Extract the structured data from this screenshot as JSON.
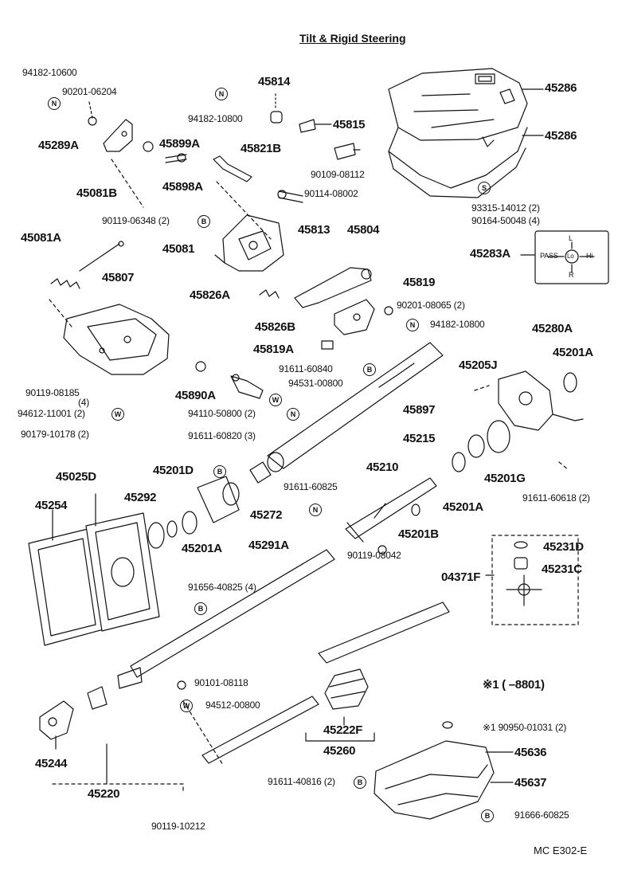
{
  "title": "Tilt &  Rigid Steering",
  "footer_code": "MC  E302-E",
  "marker_symbols": {
    "N": "N",
    "B": "B",
    "S": "S",
    "W": "W"
  },
  "switch_letters": {
    "pass": "PASS",
    "lo": "Lo",
    "hi": "Hi",
    "l": "L",
    "r": "R"
  },
  "note_range": "※1 (      –8801)",
  "note_part": "※1  90950-01031 (2)",
  "parts": {
    "p94182_10600": "94182-10600",
    "p90201_06204": "90201-06204",
    "p45289A": "45289A",
    "p45814": "45814",
    "p94182_10800a": "94182-10800",
    "p45815": "45815",
    "p45286a": "45286",
    "p45286b": "45286",
    "p45899A": "45899A",
    "p45821B": "45821B",
    "p90109_08112": "90109-08112",
    "p45898A": "45898A",
    "p45081B": "45081B",
    "p90114_08002": "90114-08002",
    "p93315_14012": "93315-14012 (2)",
    "p90164_50048": "90164-50048 (4)",
    "p90119_06348": "90119-06348 (2)",
    "p45081A": "45081A",
    "p45813": "45813",
    "p45804": "45804",
    "p45081": "45081",
    "p45283A": "45283A",
    "p45807": "45807",
    "p45819": "45819",
    "p45826A": "45826A",
    "p90201_08065": "90201-08065 (2)",
    "p45826B": "45826B",
    "p94182_10800b": "94182-10800",
    "p45280A": "45280A",
    "p45819A": "45819A",
    "p45201A_a": "45201A",
    "p91611_60840": "91611-60840",
    "p45205J": "45205J",
    "p94531_00800": "94531-00800",
    "p90119_08185": "90119-08185",
    "p90119_08185_q": "(4)",
    "p45890A": "45890A",
    "p94612_11001": "94612-11001 (2)",
    "p94110_50800": "94110-50800 (2)",
    "p45897": "45897",
    "p90179_10178": "90179-10178 (2)",
    "p91611_60820": "91611-60820 (3)",
    "p45215": "45215",
    "p45210": "45210",
    "p45025D": "45025D",
    "p45201D": "45201D",
    "p45201G": "45201G",
    "p45254": "45254",
    "p45292": "45292",
    "p91611_60825": "91611-60825",
    "p45201A_b": "45201A",
    "p91611_60618": "91611-60618 (2)",
    "p45272": "45272",
    "p45201B": "45201B",
    "p45201A_c": "45201A",
    "p45291A": "45291A",
    "p45231D": "45231D",
    "p90119_08042": "90119-08042",
    "p45231C": "45231C",
    "p04371F": "04371F",
    "p91656_40825": "91656-40825 (4)",
    "p90101_08118": "90101-08118",
    "p94512_00800": "94512-00800",
    "p45222F": "45222F",
    "p45636": "45636",
    "p45244": "45244",
    "p45260": "45260",
    "p45637": "45637",
    "p91611_40816": "91611-40816 (2)",
    "p45220": "45220",
    "p91666_60825": "91666-60825",
    "p90119_10212": "90119-10212"
  }
}
